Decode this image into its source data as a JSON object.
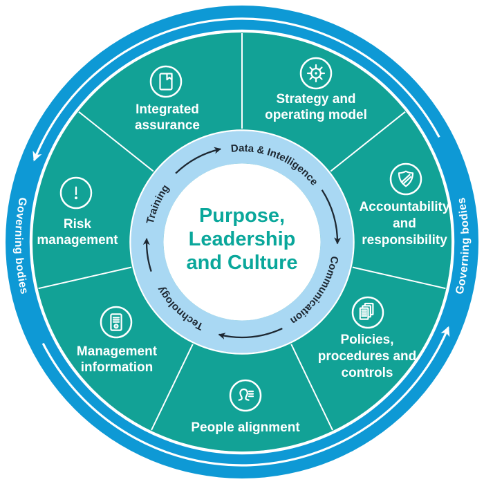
{
  "center": {
    "line1": "Purpose,",
    "line2": "Leadership",
    "line3": "and Culture"
  },
  "outer_ring": {
    "left_label": "Governing bodies",
    "right_label": "Governing bodies"
  },
  "cycle_ring": {
    "top_label": "Data & Intelligence",
    "right_label": "Communication",
    "bottom_label": "Technology",
    "left_label": "Training"
  },
  "segments": [
    {
      "id": "integrated-assurance",
      "icon": "book-icon",
      "line1": "Integrated",
      "line2": "assurance"
    },
    {
      "id": "strategy-operating-model",
      "icon": "helm-icon",
      "line1": "Strategy and",
      "line2": "operating model"
    },
    {
      "id": "accountability-responsibility",
      "icon": "shield-icon",
      "line1": "Accountability",
      "line2": "and",
      "line3": "responsibility"
    },
    {
      "id": "policies-procedures-controls",
      "icon": "documents-icon",
      "line1": "Policies,",
      "line2": "procedures and",
      "line3": "controls"
    },
    {
      "id": "people-alignment",
      "icon": "person-icon",
      "line1": "People alignment"
    },
    {
      "id": "management-information",
      "icon": "server-icon",
      "line1": "Management",
      "line2": "information"
    },
    {
      "id": "risk-management",
      "icon": "alert-icon",
      "line1": "Risk",
      "line2": "management"
    }
  ],
  "colors": {
    "outer_ring_blue": "#0e99d5",
    "wheel_teal": "#12a296",
    "cycle_ring_blue": "#a9d8f3",
    "center_bg": "#ffffff",
    "title_teal": "#0aa79b",
    "cycle_text_dark": "#1d2731",
    "label_white": "#ffffff"
  }
}
